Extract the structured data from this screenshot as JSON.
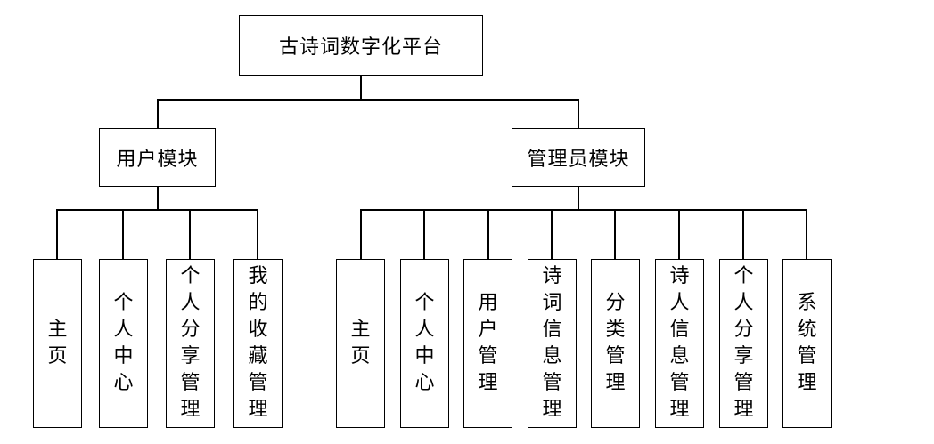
{
  "root": {
    "label": "古诗词数字化平台"
  },
  "modules": [
    {
      "label": "用户模块",
      "children": [
        "主页",
        "个人中心",
        "个人分享管理",
        "我的收藏管理"
      ]
    },
    {
      "label": "管理员模块",
      "children": [
        "主页",
        "个人中心",
        "用户管理",
        "诗词信息管理",
        "分类管理",
        "诗人信息管理",
        "个人分享管理",
        "系统管理"
      ]
    }
  ]
}
